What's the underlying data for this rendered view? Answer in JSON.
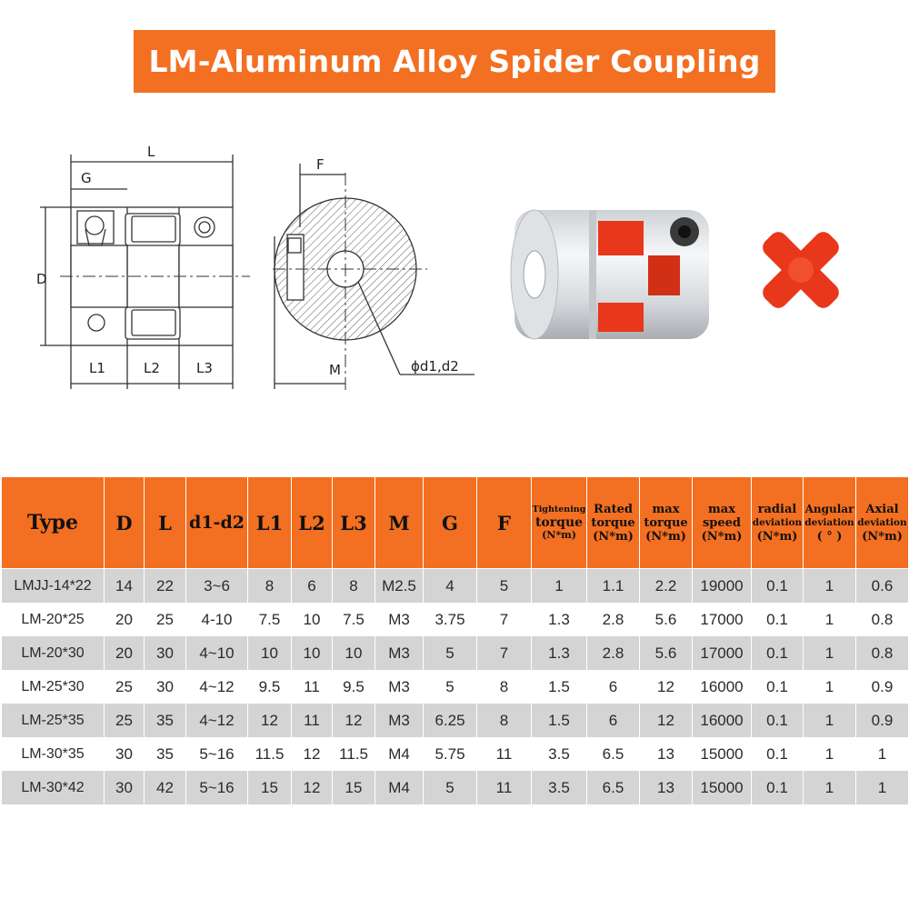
{
  "title": "LM-Aluminum Alloy Spider Coupling",
  "drawing_labels": {
    "L": "L",
    "G": "G",
    "D": "D",
    "F": "F",
    "M": "M",
    "L1": "L1",
    "L2": "L2",
    "L3": "L3",
    "bore": "ϕd1,d2"
  },
  "colors": {
    "accent": "#f36f21",
    "spider": "#e8371a",
    "row_shade": "#d4d4d4"
  },
  "table": {
    "headers": {
      "type": "Type",
      "D": "D",
      "L": "L",
      "d": "d1-d2",
      "L1": "L1",
      "L2": "L2",
      "L3": "L3",
      "M": "M",
      "G": "G",
      "F": "F",
      "tight_1": "Tightening",
      "tight_2": "torque",
      "tight_3": "(N*m)",
      "rated_1": "Rated",
      "rated_2": "torque",
      "rated_3": "(N*m)",
      "maxt_1": "max",
      "maxt_2": "torque",
      "maxt_3": "(N*m)",
      "speed_1": "max",
      "speed_2": "speed",
      "speed_3": "(N*m)",
      "radial_1": "radial",
      "radial_2": "deviation",
      "radial_3": "(N*m)",
      "ang_1": "Angular",
      "ang_2": "deviation",
      "ang_3": "( ° )",
      "axial_1": "Axial",
      "axial_2": "deviation",
      "axial_3": "(N*m)"
    },
    "rows": [
      [
        "LMJJ-14*22",
        "14",
        "22",
        "3~6",
        "8",
        "6",
        "8",
        "M2.5",
        "4",
        "5",
        "1",
        "1.1",
        "2.2",
        "19000",
        "0.1",
        "1",
        "0.6"
      ],
      [
        "LM-20*25",
        "20",
        "25",
        "4-10",
        "7.5",
        "10",
        "7.5",
        "M3",
        "3.75",
        "7",
        "1.3",
        "2.8",
        "5.6",
        "17000",
        "0.1",
        "1",
        "0.8"
      ],
      [
        "LM-20*30",
        "20",
        "30",
        "4~10",
        "10",
        "10",
        "10",
        "M3",
        "5",
        "7",
        "1.3",
        "2.8",
        "5.6",
        "17000",
        "0.1",
        "1",
        "0.8"
      ],
      [
        "LM-25*30",
        "25",
        "30",
        "4~12",
        "9.5",
        "11",
        "9.5",
        "M3",
        "5",
        "8",
        "1.5",
        "6",
        "12",
        "16000",
        "0.1",
        "1",
        "0.9"
      ],
      [
        "LM-25*35",
        "25",
        "35",
        "4~12",
        "12",
        "11",
        "12",
        "M3",
        "6.25",
        "8",
        "1.5",
        "6",
        "12",
        "16000",
        "0.1",
        "1",
        "0.9"
      ],
      [
        "LM-30*35",
        "30",
        "35",
        "5~16",
        "11.5",
        "12",
        "11.5",
        "M4",
        "5.75",
        "11",
        "3.5",
        "6.5",
        "13",
        "15000",
        "0.1",
        "1",
        "1"
      ],
      [
        "LM-30*42",
        "30",
        "42",
        "5~16",
        "15",
        "12",
        "15",
        "M4",
        "5",
        "11",
        "3.5",
        "6.5",
        "13",
        "15000",
        "0.1",
        "1",
        "1"
      ]
    ]
  }
}
